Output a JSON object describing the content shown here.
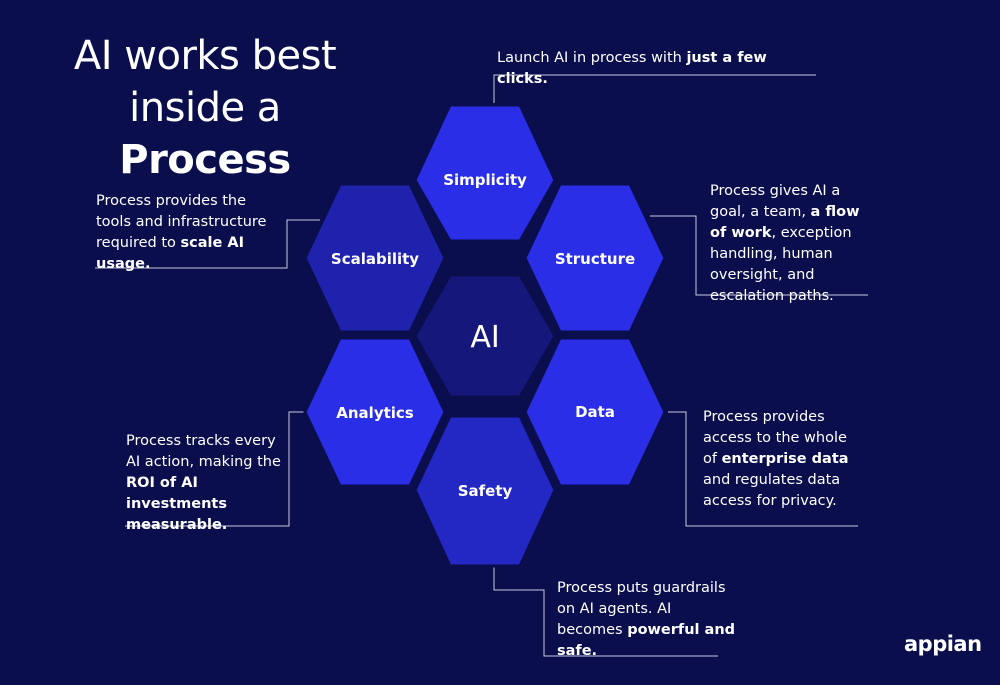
{
  "title": {
    "line1": "AI works best",
    "line2_plain": "inside a ",
    "line2_bold": "Process"
  },
  "hexagons": {
    "center": "AI",
    "simplicity": "Simplicity",
    "scalability": "Scalability",
    "structure": "Structure",
    "analytics": "Analytics",
    "data": "Data",
    "safety": "Safety"
  },
  "callouts": {
    "simplicity": {
      "plain": "Launch AI in process with ",
      "bold": "just a few clicks."
    },
    "scalability": {
      "plain": "Process provides the tools and infrastructure required to ",
      "bold": "scale AI usage."
    },
    "structure": {
      "plain1": "Process gives AI a goal, a team, ",
      "bold": "a flow of work",
      "plain2": ", exception handling, human oversight, and escalation paths."
    },
    "analytics": {
      "plain": "Process tracks every AI action, making the ",
      "bold": "ROI of AI investments measurable."
    },
    "data": {
      "plain1": "Process provides access to the whole of ",
      "bold": "enterprise data",
      "plain2": " and regulates data access for privacy."
    },
    "safety": {
      "plain": "Process puts guardrails on AI agents. AI becomes ",
      "bold": "powerful and safe."
    }
  },
  "logo": "appian",
  "colors": {
    "background": "#0a0e4c",
    "hex_bright": "#2a2ee6",
    "hex_mid": "#2327c4",
    "hex_dark": "#15187a",
    "line": "#c8cadf"
  }
}
